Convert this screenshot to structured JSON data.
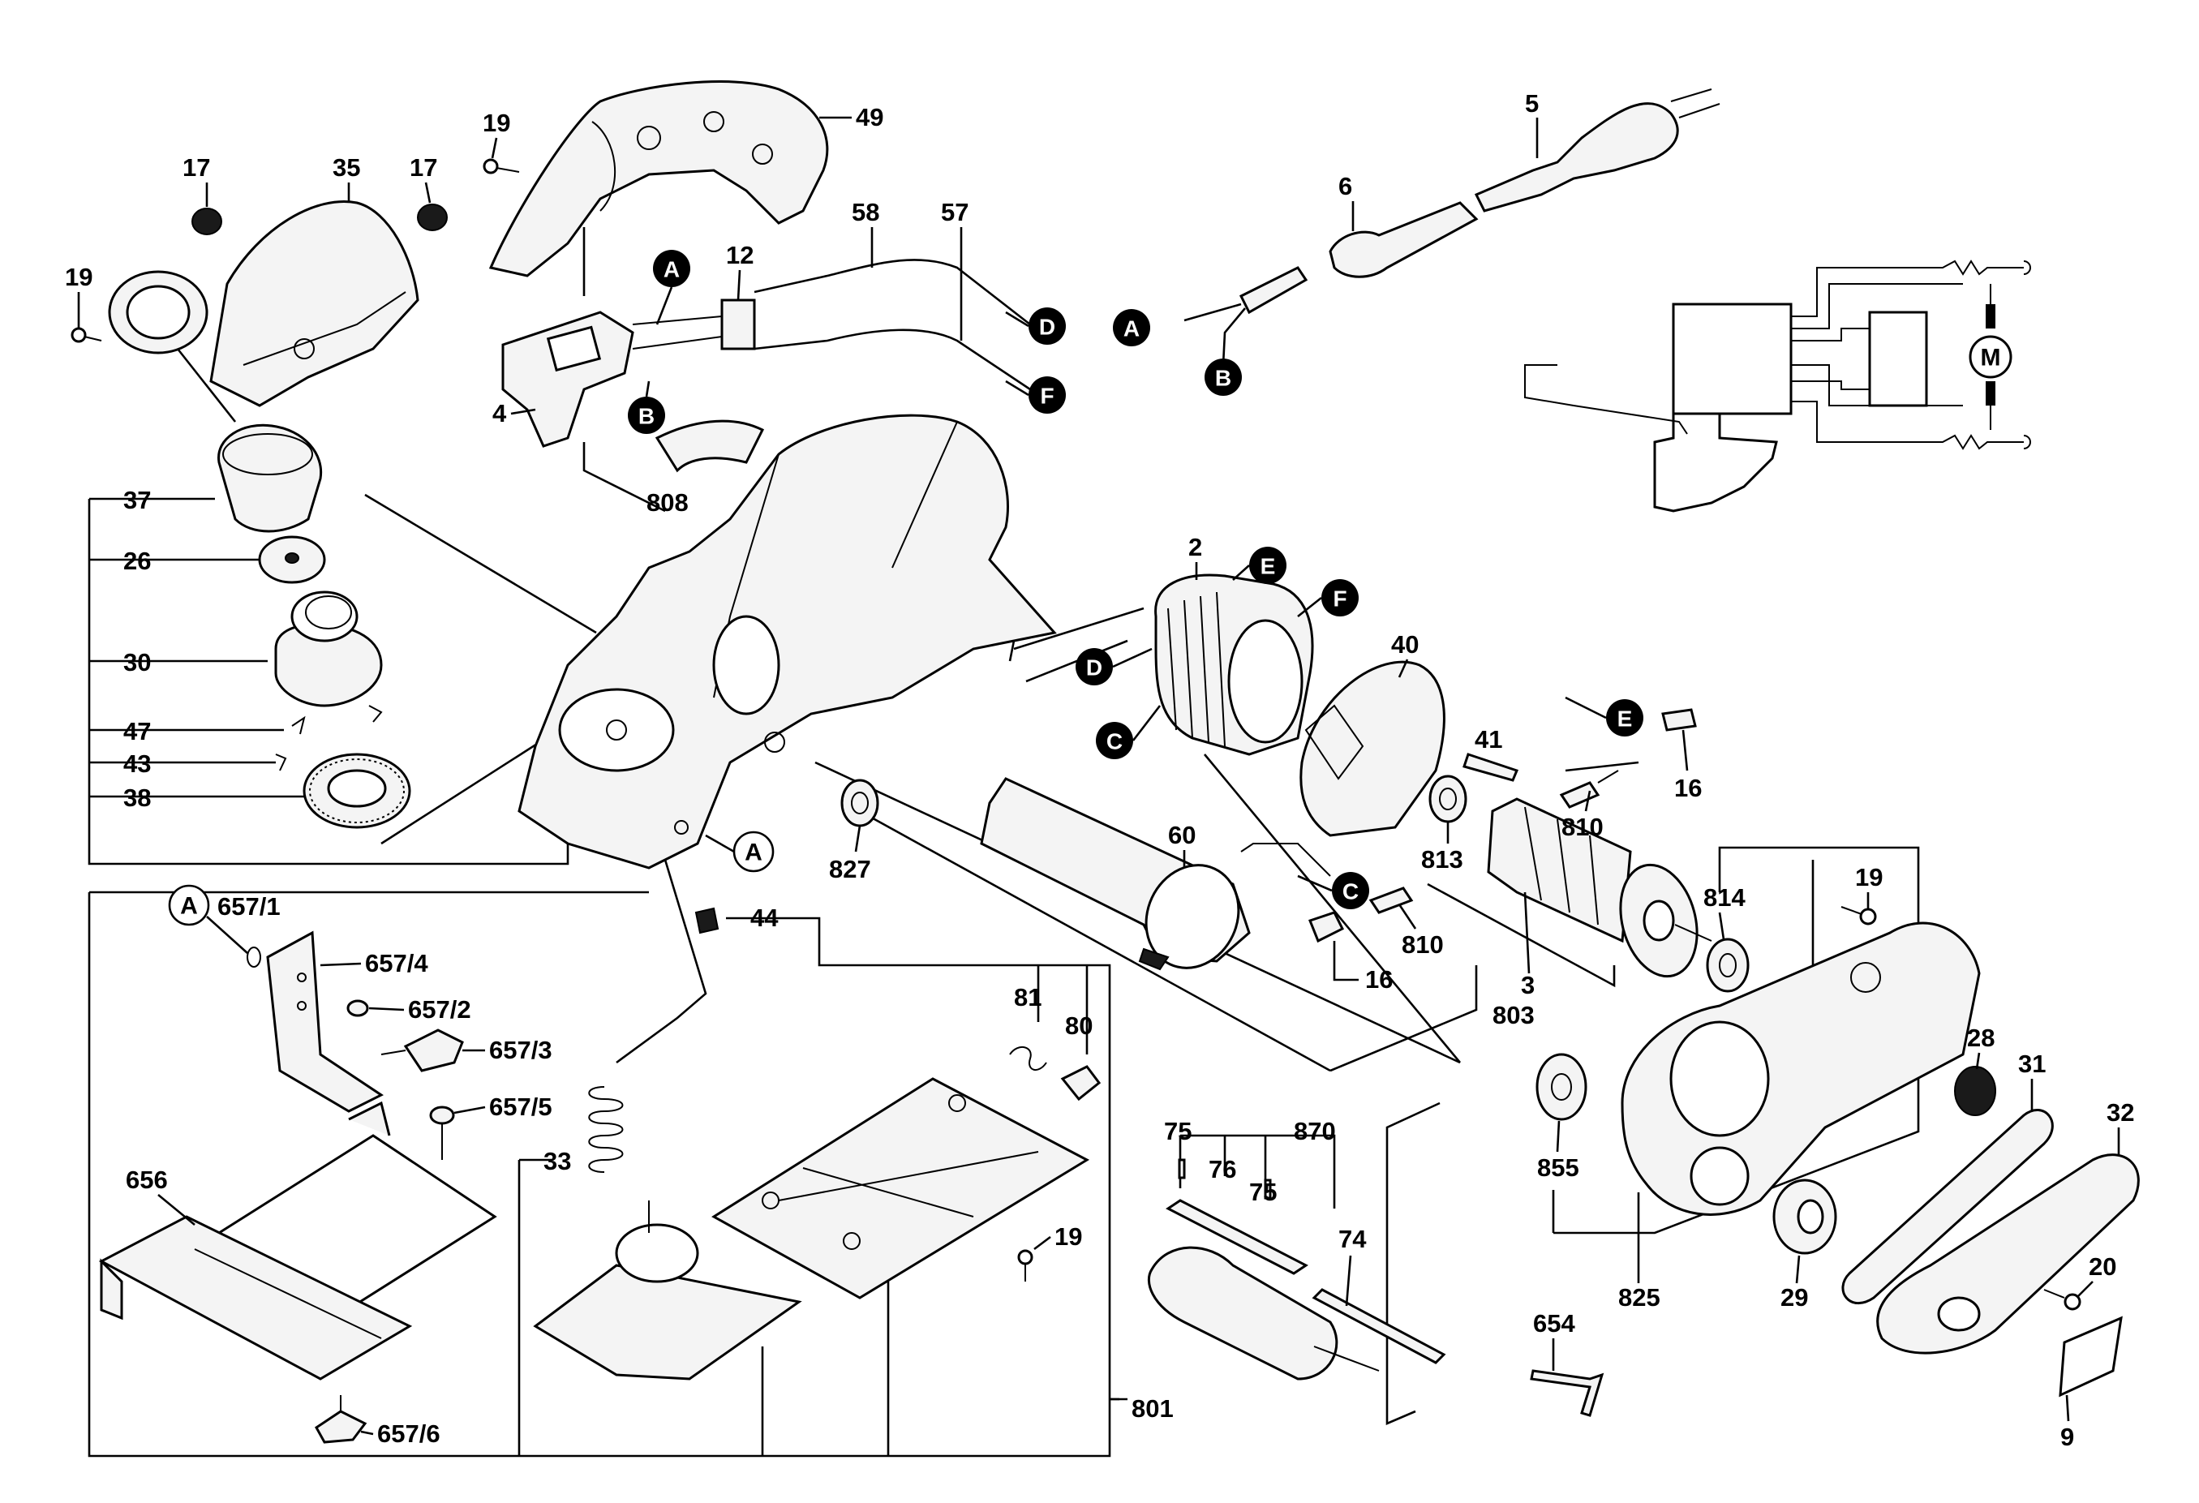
{
  "diagram": {
    "part_labels": {
      "p19a": "19",
      "p49": "49",
      "p5": "5",
      "p17a": "17",
      "p35": "35",
      "p17b": "17",
      "p6": "6",
      "p58": "58",
      "p57": "57",
      "p12": "12",
      "p19b": "19",
      "p4": "4",
      "p808": "808",
      "p37": "37",
      "p26": "26",
      "p30": "30",
      "p47": "47",
      "p43": "43",
      "p38": "38",
      "p2": "2",
      "p40": "40",
      "p41": "41",
      "p16a": "16",
      "p810a": "810",
      "p60": "60",
      "p827": "827",
      "p813": "813",
      "p814": "814",
      "p19c": "19",
      "p810b": "810",
      "p16b": "16",
      "p3": "3",
      "p803": "803",
      "p44": "44",
      "p6571": "657/1",
      "p6574": "657/4",
      "p6572": "657/2",
      "p6573": "657/3",
      "p6575": "657/5",
      "p656": "656",
      "p81": "81",
      "p80": "80",
      "p33": "33",
      "p19d": "19",
      "p75a": "75",
      "p870": "870",
      "p76": "76",
      "p75b": "75",
      "p74": "74",
      "p28": "28",
      "p31": "31",
      "p32": "32",
      "p855": "855",
      "p825": "825",
      "p29": "29",
      "p20": "20",
      "p654": "654",
      "p9": "9",
      "p801": "801",
      "p6576": "657/6"
    },
    "connector_markers": {
      "A_plug": "A",
      "B_plug": "B",
      "A_switch": "A",
      "B_switch": "B",
      "D_switch": "D",
      "F_switch": "F",
      "E_stator": "E",
      "F_stator": "F",
      "D_stator": "D",
      "C_stator": "C",
      "E_brush": "E",
      "C_brush": "C"
    },
    "outline_markers": {
      "A_housing": "A",
      "A_fence": "A"
    },
    "schematic": {
      "motor_symbol": "M"
    }
  }
}
